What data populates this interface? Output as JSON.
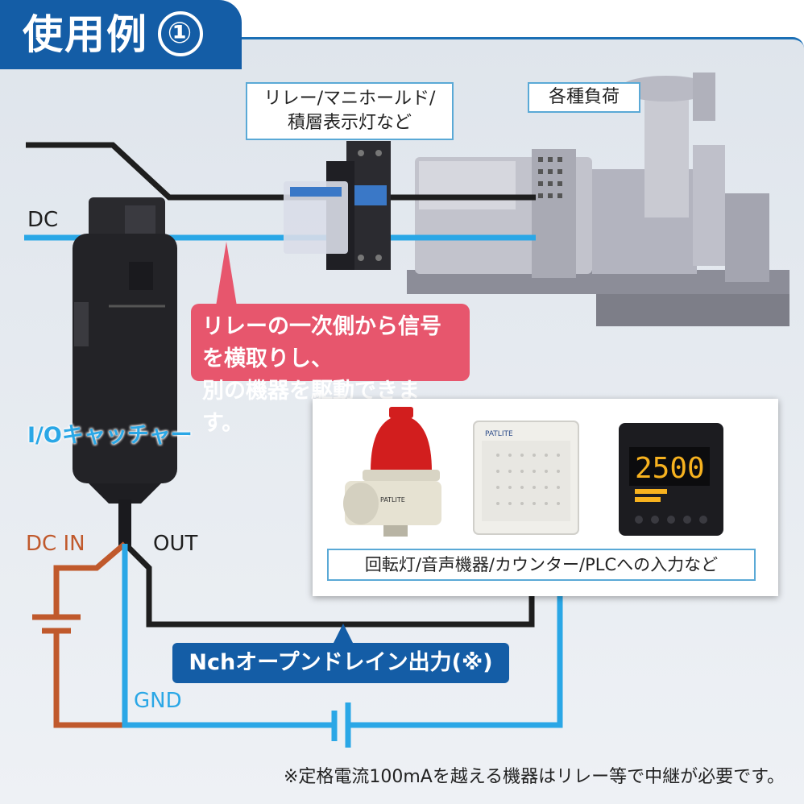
{
  "title": {
    "text": "使用例",
    "number": "①"
  },
  "labels": {
    "dc": "DC",
    "relay": "リレー/マニホールド/\n積層表示灯など",
    "loads": "各種負荷",
    "callout_line1": "リレーの一次側から信号を横取りし、",
    "callout_line2": "別の機器を駆動できます。",
    "device_name": "I/Oキャッチャー",
    "dc_in": "DC IN",
    "out": "OUT",
    "gnd": "GND",
    "devices_caption": "回転灯/音声機器/カウンター/PLCへの入力など",
    "output_type": "Nchオープンドレイン出力(※)",
    "note": "※定格電流100mAを越える機器はリレー等で中継が必要です。",
    "speaker_brand": "PATLITE",
    "light_brand": "PATLITE",
    "counter_value": "2500"
  },
  "colors": {
    "brand_blue": "#145da6",
    "line_black": "#1e1e1e",
    "line_blue": "#2aa7e6",
    "line_brown": "#c0592c",
    "callout_red": "#e7566d",
    "label_border": "#5aa9d6"
  }
}
